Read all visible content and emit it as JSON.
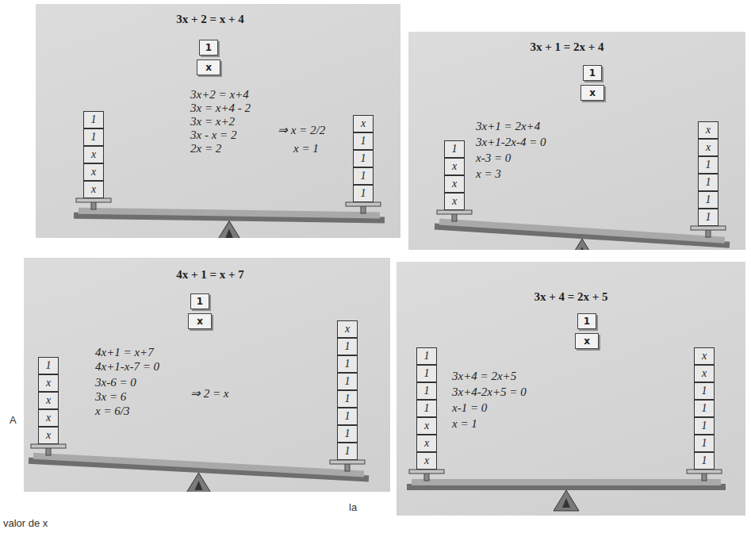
{
  "diagram": {
    "nodes": [
      {
        "text": [
          "3x + 2 = x + 4",
          "3x+2 = x+4",
          "3x = x+4 - 2",
          "3x = x+2",
          "3x - x = 2",
          "2x = 2",
          "⇒ x = 2/2",
          "x = 1"
        ]
      },
      {
        "text": [
          "1"
        ],
        "in": 0
      },
      {
        "text": [
          "x"
        ],
        "in": 0
      },
      {
        "text": [
          "1"
        ],
        "in": 0
      },
      {
        "text": [
          "1"
        ],
        "in": 0
      },
      {
        "text": [
          "x"
        ],
        "in": 0
      },
      {
        "text": [
          "x"
        ],
        "in": 0
      },
      {
        "text": [
          "x"
        ],
        "in": 0
      },
      {
        "text": [
          "x"
        ],
        "in": 0
      },
      {
        "text": [
          "1"
        ],
        "in": 0
      },
      {
        "text": [
          "1"
        ],
        "in": 0
      },
      {
        "text": [
          "1"
        ],
        "in": 0
      },
      {
        "text": [
          "1"
        ],
        "in": 0
      },
      {
        "text": [
          "3x + 1 = 2x + 4",
          "3x+1 = 2x+4",
          "3x+1-2x-4 = 0",
          "x-3 = 0",
          "x = 3"
        ]
      },
      {
        "text": [
          "1"
        ],
        "in": 13
      },
      {
        "text": [
          "x"
        ],
        "in": 13
      },
      {
        "text": [
          "1"
        ],
        "in": 13
      },
      {
        "text": [
          "x"
        ],
        "in": 13
      },
      {
        "text": [
          "x"
        ],
        "in": 13
      },
      {
        "text": [
          "x"
        ],
        "in": 13
      },
      {
        "text": [
          "x"
        ],
        "in": 13
      },
      {
        "text": [
          "x"
        ],
        "in": 13
      },
      {
        "text": [
          "1"
        ],
        "in": 13
      },
      {
        "text": [
          "1"
        ],
        "in": 13
      },
      {
        "text": [
          "1"
        ],
        "in": 13
      },
      {
        "text": [
          "1"
        ],
        "in": 13
      },
      {
        "text": [
          "4x + 1 = x + 7",
          "4x+1 = x+7",
          "4x+1-x-7 = 0",
          "3x-6 = 0",
          "3x = 6",
          "x = 6/3",
          "⇒ 2 = x"
        ]
      },
      {
        "text": [
          "1"
        ],
        "in": 26
      },
      {
        "text": [
          "x"
        ],
        "in": 26
      },
      {
        "text": [
          "1"
        ],
        "in": 26
      },
      {
        "text": [
          "x"
        ],
        "in": 26
      },
      {
        "text": [
          "x"
        ],
        "in": 26
      },
      {
        "text": [
          "x"
        ],
        "in": 26
      },
      {
        "text": [
          "x"
        ],
        "in": 26
      },
      {
        "text": [
          "x"
        ],
        "in": 26
      },
      {
        "text": [
          "1"
        ],
        "in": 26
      },
      {
        "text": [
          "1"
        ],
        "in": 26
      },
      {
        "text": [
          "1"
        ],
        "in": 26
      },
      {
        "text": [
          "1"
        ],
        "in": 26
      },
      {
        "text": [
          "1"
        ],
        "in": 26
      },
      {
        "text": [
          "1"
        ],
        "in": 26
      },
      {
        "text": [
          "1"
        ],
        "in": 26
      },
      {
        "text": [
          "3x + 4 = 2x + 5",
          "3x+4 = 2x+5",
          "3x+4-2x+5 = 0",
          "x-1 = 0",
          "x = 1"
        ]
      },
      {
        "text": [
          "1"
        ],
        "in": 42
      },
      {
        "text": [
          "x"
        ],
        "in": 42
      },
      {
        "text": [
          "1"
        ],
        "in": 42
      },
      {
        "text": [
          "1"
        ],
        "in": 42
      },
      {
        "text": [
          "1"
        ],
        "in": 42
      },
      {
        "text": [
          "1"
        ],
        "in": 42
      },
      {
        "text": [
          "x"
        ],
        "in": 42
      },
      {
        "text": [
          "x"
        ],
        "in": 42
      },
      {
        "text": [
          "x"
        ],
        "in": 42
      },
      {
        "text": [
          "x"
        ],
        "in": 42
      },
      {
        "text": [
          "x"
        ],
        "in": 42
      },
      {
        "text": [
          "1"
        ],
        "in": 42
      },
      {
        "text": [
          "1"
        ],
        "in": 42
      },
      {
        "text": [
          "1"
        ],
        "in": 42
      },
      {
        "text": [
          "1"
        ],
        "in": 42
      },
      {
        "text": [
          "1"
        ],
        "in": 42
      }
    ],
    "labels": [
      "A",
      "la",
      "valor de x"
    ]
  }
}
